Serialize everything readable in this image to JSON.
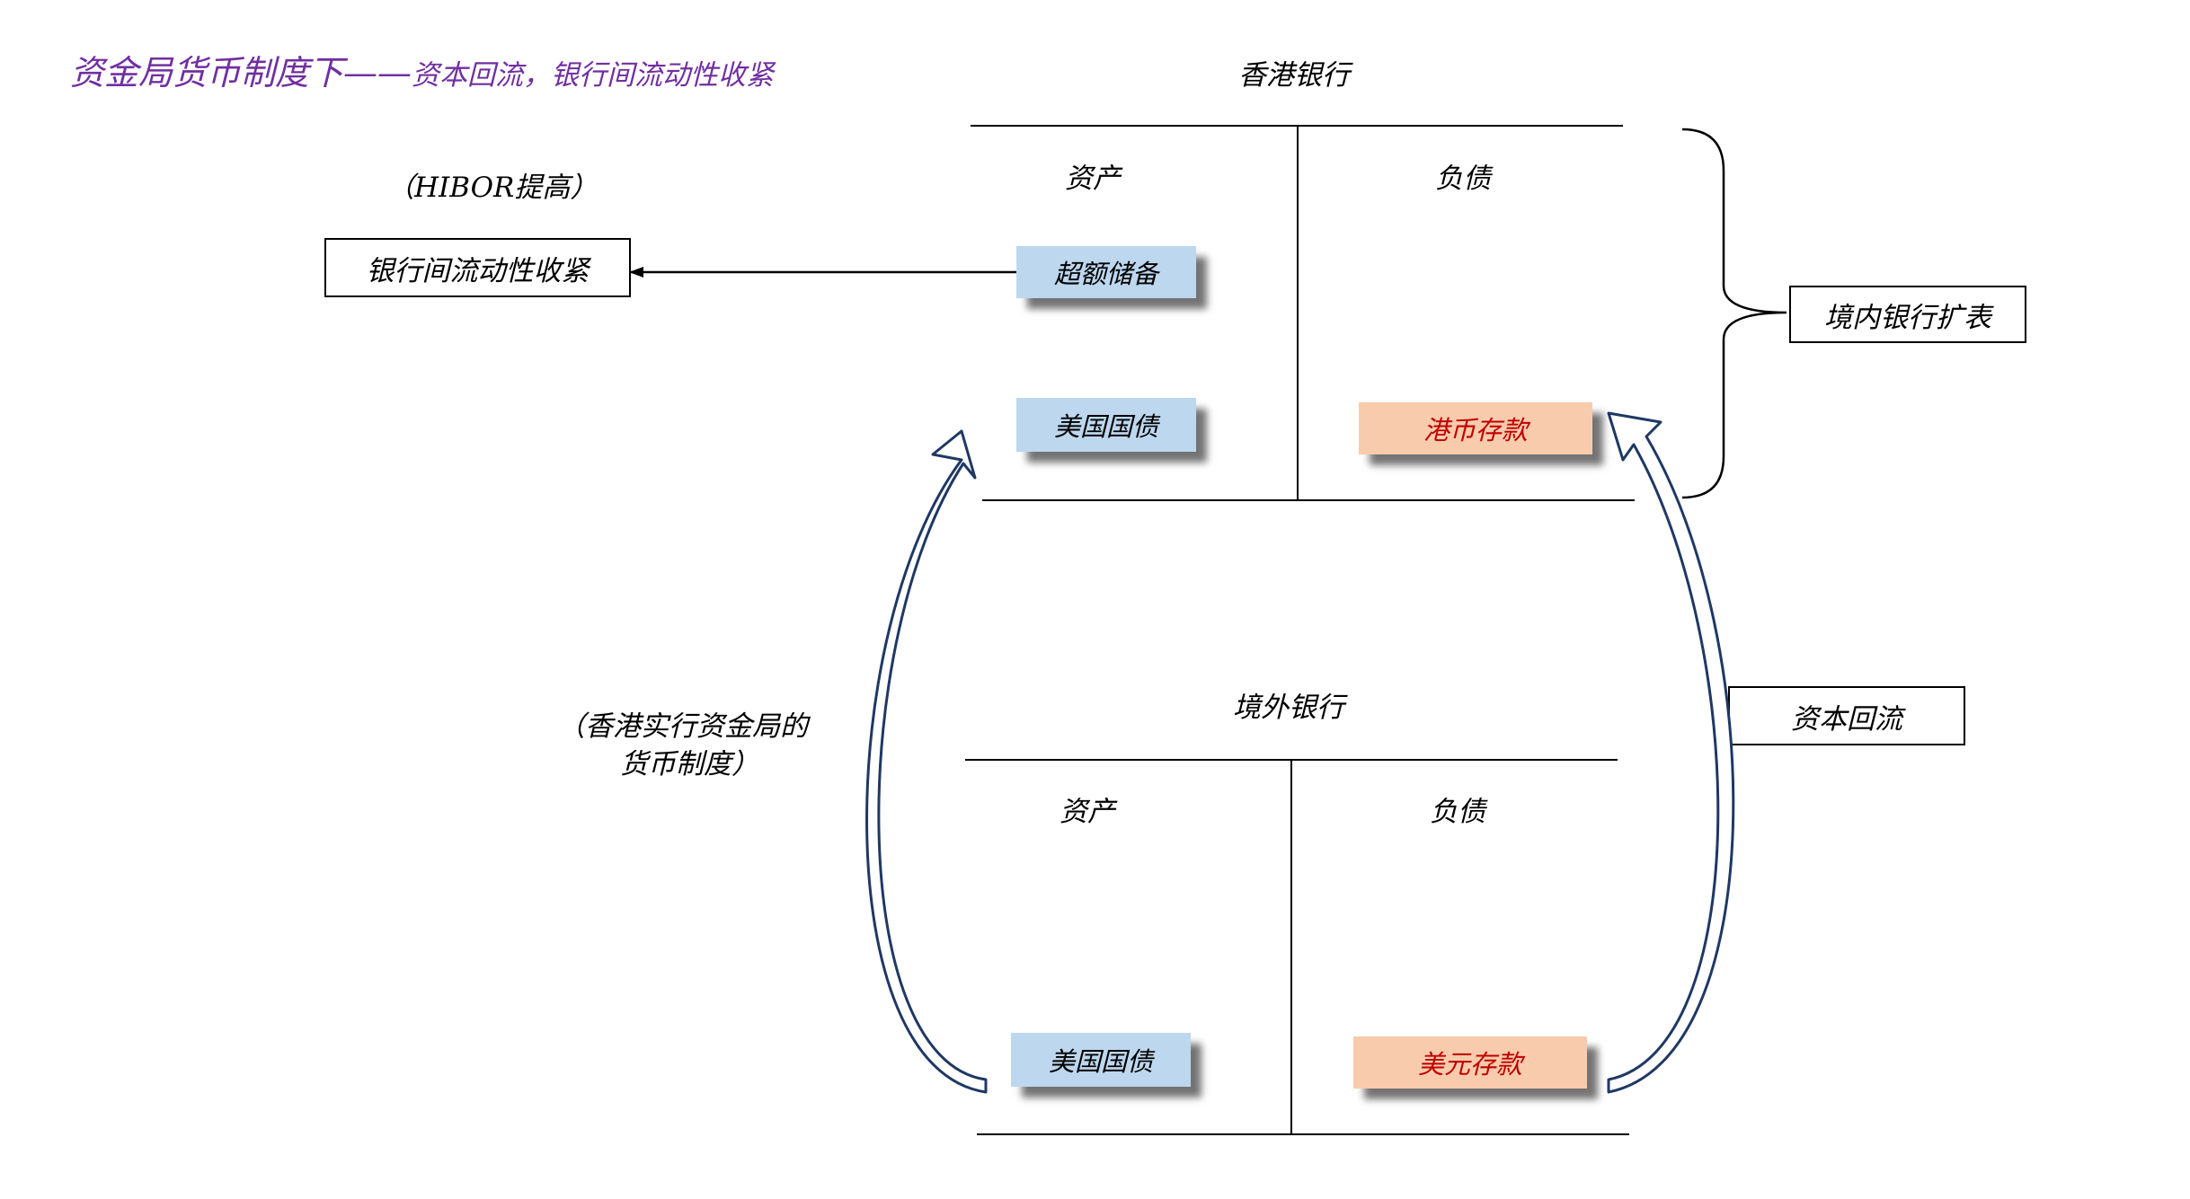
{
  "title": {
    "main": "资金局货币制度下——",
    "sub": "资本回流，银行间流动性收紧"
  },
  "hk_bank": {
    "name": "香港银行",
    "assets_label": "资产",
    "liabilities_label": "负债",
    "assets": [
      "超额储备",
      "美国国债"
    ],
    "liabilities": [
      "港币存款"
    ]
  },
  "offshore_bank": {
    "name": "境外银行",
    "assets_label": "资产",
    "liabilities_label": "负债",
    "assets": [
      "美国国债"
    ],
    "liabilities": [
      "美元存款"
    ]
  },
  "annotations": {
    "hibor": "（HIBOR提高）",
    "interbank_tight": "银行间流动性收紧",
    "domestic_expansion": "境内银行扩表",
    "capital_return": "资本回流",
    "currency_board_line1": "（香港实行资金局的",
    "currency_board_line2": "货币制度）"
  },
  "colors": {
    "title": "#7030a0",
    "asset_fill": "#bdd7ee",
    "liability_fill": "#f8cbad",
    "liability_text": "#c00000",
    "arrow_stroke": "#1f3864"
  }
}
